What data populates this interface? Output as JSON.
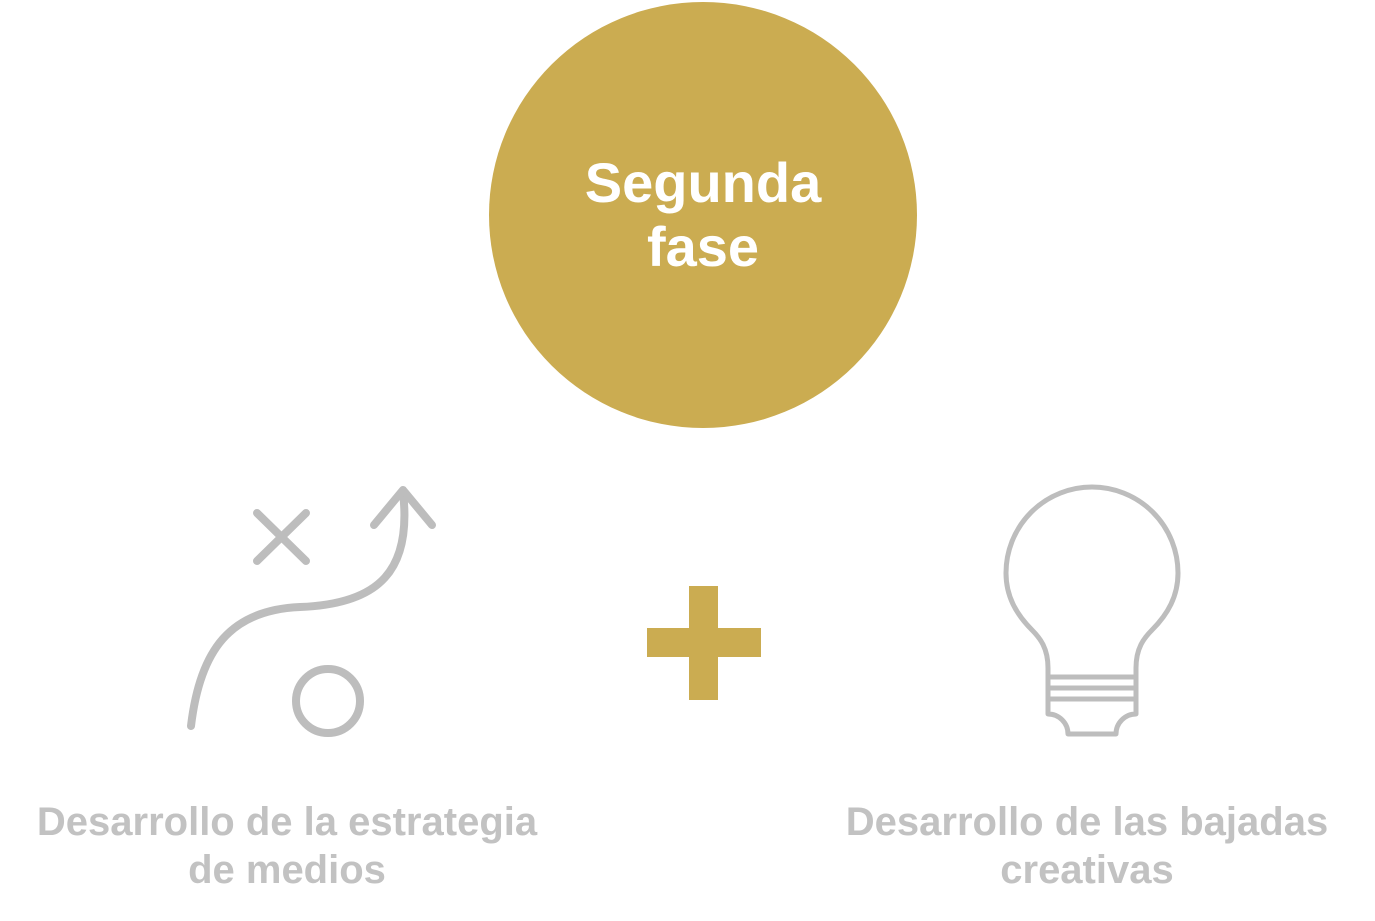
{
  "colors": {
    "accent": "#CBAC51",
    "icon_gray": "#BDBDBD",
    "caption_gray": "#C2C2C2",
    "background": "#FFFFFF"
  },
  "phase": {
    "title_line1": "Segunda",
    "title_line2": "fase"
  },
  "connector": {
    "icon": "plus-icon"
  },
  "items": [
    {
      "icon": "strategy-play-icon",
      "label_line1": "Desarrollo de la estrategia",
      "label_line2": "de medios"
    },
    {
      "icon": "light-bulb-icon",
      "label_line1": "Desarrollo de las bajadas",
      "label_line2": "creativas"
    }
  ]
}
